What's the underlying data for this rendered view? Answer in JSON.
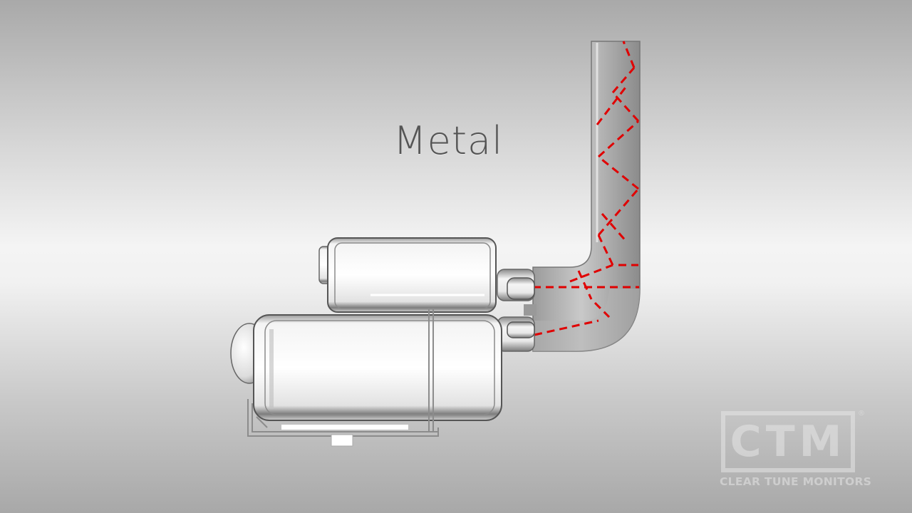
{
  "scene": {
    "title": "Metal",
    "marker_color": "#e00000"
  },
  "logo": {
    "letters": "CTM",
    "registered": "®",
    "subtitle": "CLEAR TUNE MONITORS"
  }
}
